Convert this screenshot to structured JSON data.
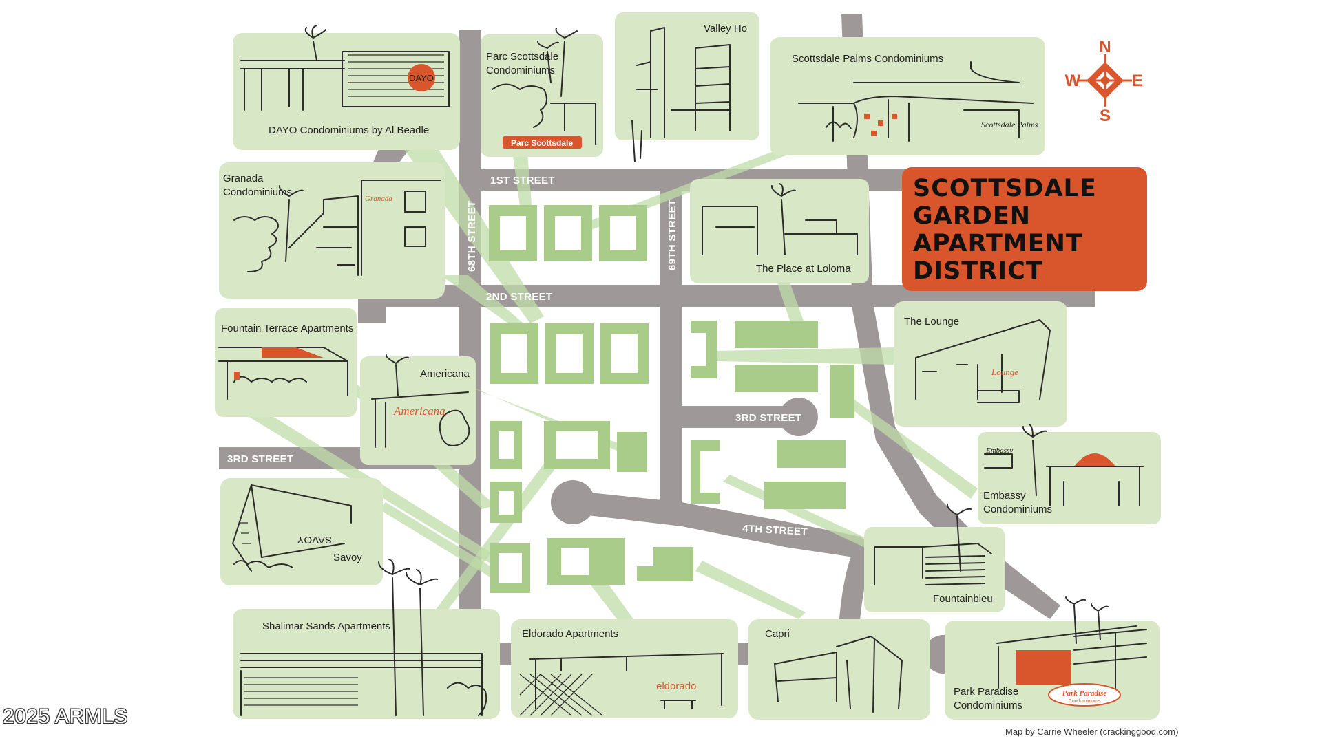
{
  "title": {
    "lines": [
      "SCOTTSDALE",
      "GARDEN",
      "APARTMENT",
      "DISTRICT"
    ]
  },
  "compass": {
    "n": "N",
    "s": "S",
    "e": "E",
    "w": "W"
  },
  "streets": {
    "first": "1ST STREET",
    "second": "2ND STREET",
    "third_west": "3RD STREET",
    "third_east": "3RD STREET",
    "fourth": "4TH STREET",
    "sixty_eighth": "68TH STREET",
    "sixty_ninth": "69TH STREET"
  },
  "properties": [
    {
      "name": "DAYO Condominiums by Al Beadle",
      "sign": "DAYO"
    },
    {
      "name": "Parc Scottsdale Condominiums",
      "line1": "Parc Scottsdale",
      "line2": "Condominiums",
      "sign": "Parc Scottsdale"
    },
    {
      "name": "Valley Ho"
    },
    {
      "name": "Scottsdale Palms Condominiums",
      "sign": "Scottsdale Palms"
    },
    {
      "name": "Granada Condominiums",
      "line1": "Granada",
      "line2": "Condominiums",
      "sign": "Granada"
    },
    {
      "name": "The Place at Loloma"
    },
    {
      "name": "Fountain Terrace Apartments"
    },
    {
      "name": "Americana",
      "sign": "Americana"
    },
    {
      "name": "The Lounge",
      "sign": "Lounge"
    },
    {
      "name": "Embassy Condominiums",
      "line1": "Embassy",
      "line2": "Condominiums",
      "sign": "Embassy"
    },
    {
      "name": "Savoy",
      "sign": "SAVOY"
    },
    {
      "name": "Fountainbleu"
    },
    {
      "name": "Shalimar Sands Apartments"
    },
    {
      "name": "Eldorado Apartments",
      "sign": "eldorado"
    },
    {
      "name": "Capri"
    },
    {
      "name": "Park Paradise Condominiums",
      "line1": "Park Paradise",
      "line2": "Condominiums",
      "sign": "Park Paradise",
      "sign_sub": "Condominiums"
    }
  ],
  "watermark": "2025 ARMLS",
  "credit": "Map by Carrie Wheeler (crackinggood.com)",
  "colors": {
    "street": "#9e9898",
    "block": "#a9cc8a",
    "card": "#d8e8c6",
    "accent": "#d9552b"
  }
}
